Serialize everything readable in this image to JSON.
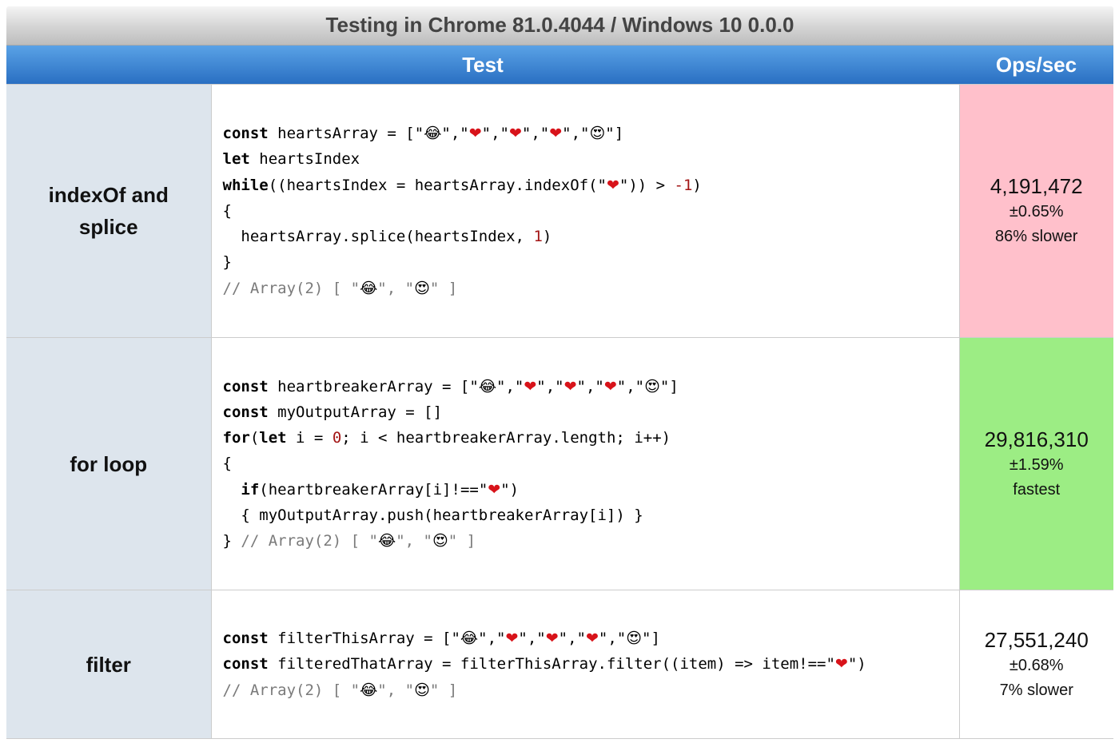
{
  "banner": {
    "text": "Testing in Chrome 81.0.4044 / Windows 10 0.0.0"
  },
  "headers": {
    "test": "Test",
    "ops": "Ops/sec"
  },
  "glyphs": {
    "laugh": "😂",
    "heart": "❤",
    "heart_eyes": "😍"
  },
  "rows": [
    {
      "name_line1": "indexOf and",
      "name_line2": "splice",
      "ops": "4,191,472",
      "error": "±0.65%",
      "relative": "86% slower",
      "bg": "#ffc0cb",
      "code": [
        [
          [
            "k",
            "const"
          ],
          [
            "t",
            " heartsArray = ["
          ],
          [
            "s",
            "\""
          ],
          [
            "e",
            "laugh"
          ],
          [
            "s",
            "\",\""
          ],
          [
            "h",
            "heart"
          ],
          [
            "s",
            "\",\""
          ],
          [
            "h",
            "heart"
          ],
          [
            "s",
            "\",\""
          ],
          [
            "h",
            "heart"
          ],
          [
            "s",
            "\",\""
          ],
          [
            "e",
            "heart_eyes"
          ],
          [
            "s",
            "\"]"
          ]
        ],
        [
          [
            "k",
            "let"
          ],
          [
            "t",
            " heartsIndex"
          ]
        ],
        [
          [
            "k",
            "while"
          ],
          [
            "t",
            "((heartsIndex = heartsArray.indexOf(\""
          ],
          [
            "h",
            "heart"
          ],
          [
            "t",
            "\")) > "
          ],
          [
            "n",
            "-1"
          ],
          [
            "t",
            ")"
          ]
        ],
        [
          [
            "t",
            "{"
          ]
        ],
        [
          [
            "t",
            "  heartsArray.splice(heartsIndex, "
          ],
          [
            "n",
            "1"
          ],
          [
            "t",
            ")"
          ]
        ],
        [
          [
            "t",
            "}"
          ]
        ],
        [
          [
            "c",
            "// Array(2) [ \""
          ],
          [
            "e",
            "laugh"
          ],
          [
            "c",
            "\", \""
          ],
          [
            "e",
            "heart_eyes"
          ],
          [
            "c",
            "\" ]"
          ]
        ]
      ]
    },
    {
      "name_line1": "for loop",
      "name_line2": "",
      "ops": "29,816,310",
      "error": "±1.59%",
      "relative": "fastest",
      "bg": "#9ced84",
      "code": [
        [
          [
            "k",
            "const"
          ],
          [
            "t",
            " heartbreakerArray = [\""
          ],
          [
            "e",
            "laugh"
          ],
          [
            "t",
            "\",\""
          ],
          [
            "h",
            "heart"
          ],
          [
            "t",
            "\",\""
          ],
          [
            "h",
            "heart"
          ],
          [
            "t",
            "\",\""
          ],
          [
            "h",
            "heart"
          ],
          [
            "t",
            "\",\""
          ],
          [
            "e",
            "heart_eyes"
          ],
          [
            "t",
            "\"]"
          ]
        ],
        [
          [
            "k",
            "const"
          ],
          [
            "t",
            " myOutputArray = []"
          ]
        ],
        [
          [
            "k",
            "for"
          ],
          [
            "t",
            "("
          ],
          [
            "k",
            "let"
          ],
          [
            "t",
            " i = "
          ],
          [
            "n",
            "0"
          ],
          [
            "t",
            "; i < heartbreakerArray.length; i++)"
          ]
        ],
        [
          [
            "t",
            "{"
          ]
        ],
        [
          [
            "t",
            "  "
          ],
          [
            "k",
            "if"
          ],
          [
            "t",
            "(heartbreakerArray[i]!==\""
          ],
          [
            "h",
            "heart"
          ],
          [
            "t",
            "\")"
          ]
        ],
        [
          [
            "t",
            "  { myOutputArray.push(heartbreakerArray[i]) }"
          ]
        ],
        [
          [
            "t",
            "} "
          ],
          [
            "c",
            "// Array(2) [ \""
          ],
          [
            "e",
            "laugh"
          ],
          [
            "c",
            "\", \""
          ],
          [
            "e",
            "heart_eyes"
          ],
          [
            "c",
            "\" ]"
          ]
        ]
      ]
    },
    {
      "name_line1": "filter",
      "name_line2": "",
      "ops": "27,551,240",
      "error": "±0.68%",
      "relative": "7% slower",
      "bg": "#ffffff",
      "code": [
        [
          [
            "k",
            "const"
          ],
          [
            "t",
            " filterThisArray = [\""
          ],
          [
            "e",
            "laugh"
          ],
          [
            "t",
            "\",\""
          ],
          [
            "h",
            "heart"
          ],
          [
            "t",
            "\",\""
          ],
          [
            "h",
            "heart"
          ],
          [
            "t",
            "\",\""
          ],
          [
            "h",
            "heart"
          ],
          [
            "t",
            "\",\""
          ],
          [
            "e",
            "heart_eyes"
          ],
          [
            "t",
            "\"]"
          ]
        ],
        [
          [
            "k",
            "const"
          ],
          [
            "t",
            " filteredThatArray = filterThisArray.filter((item) => item!==\""
          ],
          [
            "h",
            "heart"
          ],
          [
            "t",
            "\")"
          ]
        ],
        [
          [
            "c",
            "// Array(2) [ \""
          ],
          [
            "e",
            "laugh"
          ],
          [
            "c",
            "\", \""
          ],
          [
            "e",
            "heart_eyes"
          ],
          [
            "c",
            "\" ]"
          ]
        ]
      ]
    }
  ]
}
